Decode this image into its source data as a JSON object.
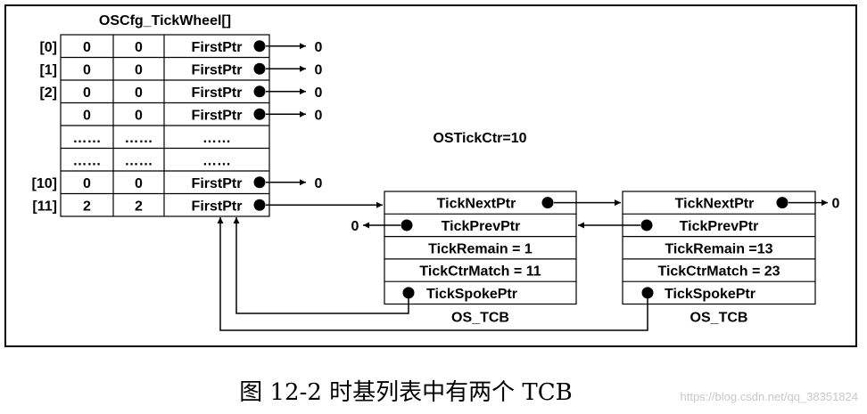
{
  "wheel": {
    "title": "OSCfg_TickWheel[]",
    "rows": [
      {
        "index": "[0]",
        "c1": "0",
        "c2": "0",
        "ptr": "FirstPtr",
        "target": "0"
      },
      {
        "index": "[1]",
        "c1": "0",
        "c2": "0",
        "ptr": "FirstPtr",
        "target": "0"
      },
      {
        "index": "[2]",
        "c1": "0",
        "c2": "0",
        "ptr": "FirstPtr",
        "target": "0"
      },
      {
        "index": "",
        "c1": "0",
        "c2": "0",
        "ptr": "FirstPtr",
        "target": "0"
      },
      {
        "index": "",
        "c1": "……",
        "c2": "……",
        "ptr": "……",
        "target": ""
      },
      {
        "index": "",
        "c1": "……",
        "c2": "……",
        "ptr": "……",
        "target": ""
      },
      {
        "index": "[10]",
        "c1": "0",
        "c2": "0",
        "ptr": "FirstPtr",
        "target": "0"
      },
      {
        "index": "[11]",
        "c1": "2",
        "c2": "2",
        "ptr": "FirstPtr",
        "target": ""
      }
    ]
  },
  "tick_ctr": "OSTickCtr=10",
  "tcbs": [
    {
      "fields": [
        "TickNextPtr",
        "TickPrevPtr",
        "TickRemain = 1",
        "TickCtrMatch = 11",
        "TickSpokePtr"
      ],
      "label": "OS_TCB",
      "prev_target": "0"
    },
    {
      "fields": [
        "TickNextPtr",
        "TickPrevPtr",
        "TickRemain =13",
        "TickCtrMatch = 23",
        "TickSpokePtr"
      ],
      "label": "OS_TCB",
      "next_target": "0"
    }
  ],
  "caption": "图 12-2 时基列表中有两个 TCB",
  "watermark": "https://blog.csdn.net/qq_38351824"
}
